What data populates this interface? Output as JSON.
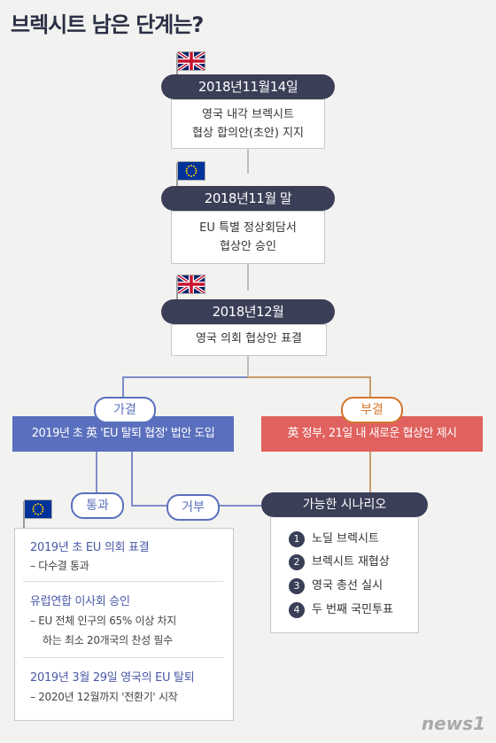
{
  "title": "브렉시트 남은 단계는?",
  "steps": [
    {
      "date": "2018년11월14일",
      "desc_line1": "영국 내각 브렉시트",
      "desc_line2": "협상 합의안(초안) 지지",
      "flag": "uk-flag-icon"
    },
    {
      "date": "2018년11월 말",
      "desc_line1": "EU 특별 정상회담서",
      "desc_line2": "협상안 승인",
      "flag": "eu-flag-icon"
    },
    {
      "date": "2018년12월",
      "desc_line1": "영국 의회 협상안 표결",
      "flag": "uk-flag-icon"
    }
  ],
  "branches": {
    "pass": {
      "label": "가결",
      "text": "2019년 초 英 'EU 탈퇴 협정' 법안 도입",
      "color": "#5a6fbd"
    },
    "reject": {
      "label": "부결",
      "text": "英 정부, 21일 내 새로운 협상안 제시",
      "color": "#e0615e"
    }
  },
  "sub_labels": {
    "approve": "통과",
    "refuse": "거부"
  },
  "scenarios": {
    "title": "가능한 시나리오",
    "items": [
      "노딜 브렉시트",
      "브렉시트 재협상",
      "영국 총선 실시",
      "두 번째 국민투표"
    ]
  },
  "eu_events": [
    {
      "title": "2019년 초 EU 의회 표결",
      "desc": [
        "– 다수결 통과"
      ]
    },
    {
      "title": "유럽연합 이사회 승인",
      "desc": [
        "– EU 전체 인구의 65% 이상 차지",
        "하는 최소 20개국의 찬성 필수"
      ]
    },
    {
      "title": "2019년 3월 29일 영국의 EU 탈퇴",
      "desc": [
        "– 2020년 12월까지 '전환기' 시작"
      ]
    }
  ],
  "logo": "news1",
  "colors": {
    "navy": "#3a3e57",
    "blue": "#5a6fbd",
    "red": "#e0615e",
    "line": "#bcbcbc"
  }
}
